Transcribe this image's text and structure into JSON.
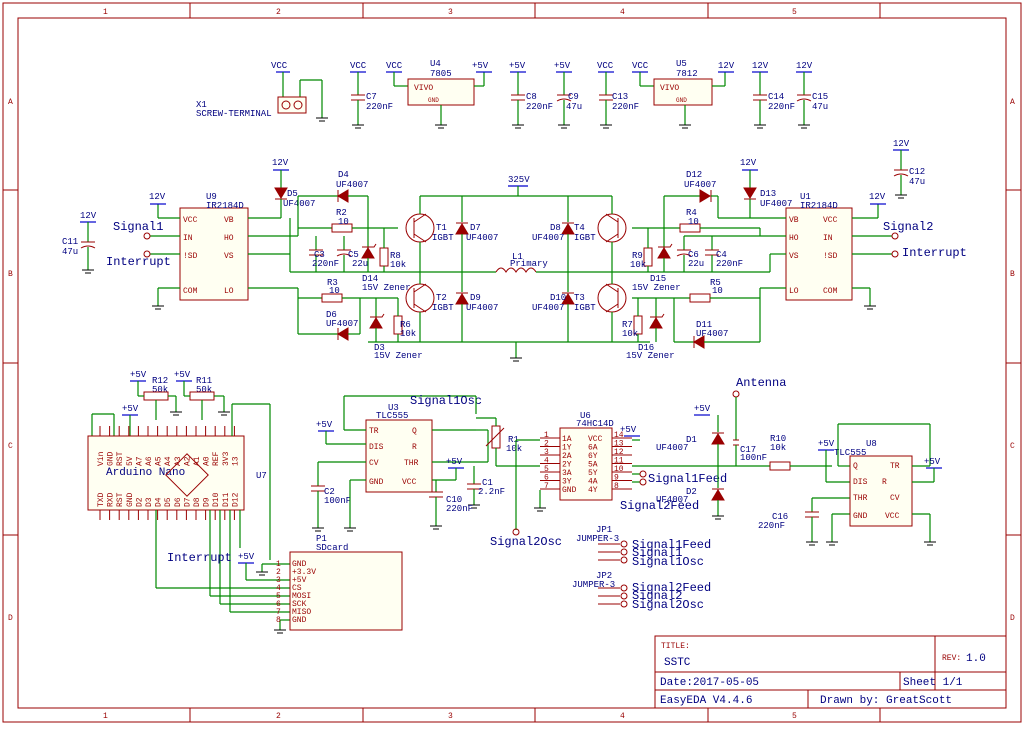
{
  "title_block": {
    "title_label": "TITLE:",
    "title": "SSTC",
    "rev_label": "REV:",
    "rev": "1.0",
    "date": "Date:2017-05-05",
    "sheet": "Sheet 1/1",
    "tool": "EasyEDA V4.4.6",
    "drawn_by": "Drawn by: GreatScott"
  },
  "frame": {
    "cols": [
      "1",
      "2",
      "3",
      "4",
      "5"
    ],
    "rows": [
      "A",
      "B",
      "C",
      "D"
    ]
  },
  "power": {
    "vcc": "VCC",
    "v5": "+5V",
    "v12": "12V",
    "v325": "325V"
  },
  "parts": {
    "x1": "X1",
    "x1_val": "SCREW-TERMINAL",
    "u4": "U4",
    "u4_val": "7805",
    "u5": "U5",
    "u5_val": "7812",
    "vivo": "VIVO",
    "gnd_pin": "GND",
    "c7": "C7",
    "c7_val": "220nF",
    "c8": "C8",
    "c8_val": "220nF",
    "c9": "C9",
    "c9_val": "47u",
    "c13": "C13",
    "c13_val": "220nF",
    "c14": "C14",
    "c14_val": "220nF",
    "c15": "C15",
    "c15_val": "47u",
    "c12": "C12",
    "c12_val": "47u",
    "c11": "C11",
    "c11_val": "47u",
    "u9": "U9",
    "u9_val": "IR2184D",
    "u1": "U1",
    "u1_val": "IR2184D",
    "d4": "D4",
    "d5": "D5",
    "d12": "D12",
    "d13": "D13",
    "uf": "UF4007",
    "r2": "R2",
    "r3": "R3",
    "r4": "R4",
    "r5": "R5",
    "r_val": "10",
    "c3": "C3",
    "c5": "C5",
    "c4": "C4",
    "c6": "C6",
    "c3_val": "220nF",
    "c5_val": "22u",
    "c4_val": "220nF",
    "c6_val": "22u",
    "r8": "R8",
    "r6": "R6",
    "r9": "R9",
    "r7": "R7",
    "r10k": "10k",
    "d14": "D14",
    "d3": "D3",
    "d15": "D15",
    "d16": "D16",
    "zener": "15V Zener",
    "d6": "D6",
    "d11": "D11",
    "t1": "T1",
    "t2": "T2",
    "t3": "T3",
    "t4": "T4",
    "igbt": "IGBT",
    "d7": "D7",
    "d8": "D8",
    "d9": "D9",
    "d10": "D10",
    "l1": "L1",
    "l1_val": "Primary",
    "u3": "U3",
    "u3_val": "TLC555",
    "u6": "U6",
    "u6_val": "74HC14D",
    "u8": "U8",
    "u8_val": "TLC555",
    "r1": "R1",
    "r1_val": "10k",
    "c1": "C1",
    "c1_val": "2.2nF",
    "c2": "C2",
    "c2_val": "100nF",
    "c10": "C10",
    "c10_val": "220nF",
    "c16": "C16",
    "c16_val": "220nF",
    "c17": "C17",
    "c17_val": "100nF",
    "r10": "R10",
    "r10_val": "10k",
    "d1": "D1",
    "d2": "D2",
    "r12": "R12",
    "r12_val": "50k",
    "r11": "R11",
    "r11_val": "50k",
    "u7": "U7",
    "arduino": "Arduino Nano",
    "p1": "P1",
    "p1_val": "SDcard",
    "jp1": "JP1",
    "jp2": "JP2",
    "jp_val": "JUMPER-3"
  },
  "pins": {
    "u9_left": [
      "VCC",
      "IN",
      "!SD",
      "COM"
    ],
    "u9_right": [
      "VB",
      "HO",
      "VS",
      "LO"
    ],
    "u1_left": [
      "VB",
      "HO",
      "VS",
      "LO"
    ],
    "u1_right": [
      "VCC",
      "IN",
      "!SD",
      "COM"
    ],
    "u3_left": [
      "TR",
      "DIS",
      "CV",
      "GND"
    ],
    "u3_right": [
      "Q",
      "R",
      "THR",
      "VCC"
    ],
    "u6_pins": [
      "1A",
      "1Y",
      "2A",
      "2Y",
      "3A",
      "3Y",
      "GND",
      "VCC",
      "6A",
      "6Y",
      "5A",
      "5Y",
      "4A",
      "4Y"
    ],
    "u8_left": [
      "Q",
      "DIS",
      "THR",
      "GND"
    ],
    "u8_right": [
      "TR",
      "R",
      "CV",
      "VCC"
    ],
    "p1_pins": [
      "GND",
      "+3.3V",
      "+5V",
      "CS",
      "MOSI",
      "SCK",
      "MISO",
      "GND"
    ],
    "arduino_top": [
      "Vin",
      "GND",
      "RST",
      "5V",
      "A7",
      "A6",
      "A5",
      "A4",
      "A3",
      "A2",
      "A1",
      "A0",
      "REF",
      "3V3",
      "13"
    ],
    "arduino_bot": [
      "TXD",
      "RXD",
      "RST",
      "GND",
      "D2",
      "D3",
      "D4",
      "D5",
      "D6",
      "D7",
      "D8",
      "D9",
      "D10",
      "D11",
      "D12"
    ]
  },
  "nets": {
    "signal1": "Signal1",
    "signal2": "Signal2",
    "interrupt": "Interrupt",
    "signal1osc": "Signal1Osc",
    "signal2osc": "Signal2Osc",
    "signal1feed": "Signal1Feed",
    "signal2feed": "Signal2Feed",
    "antenna": "Antenna"
  }
}
